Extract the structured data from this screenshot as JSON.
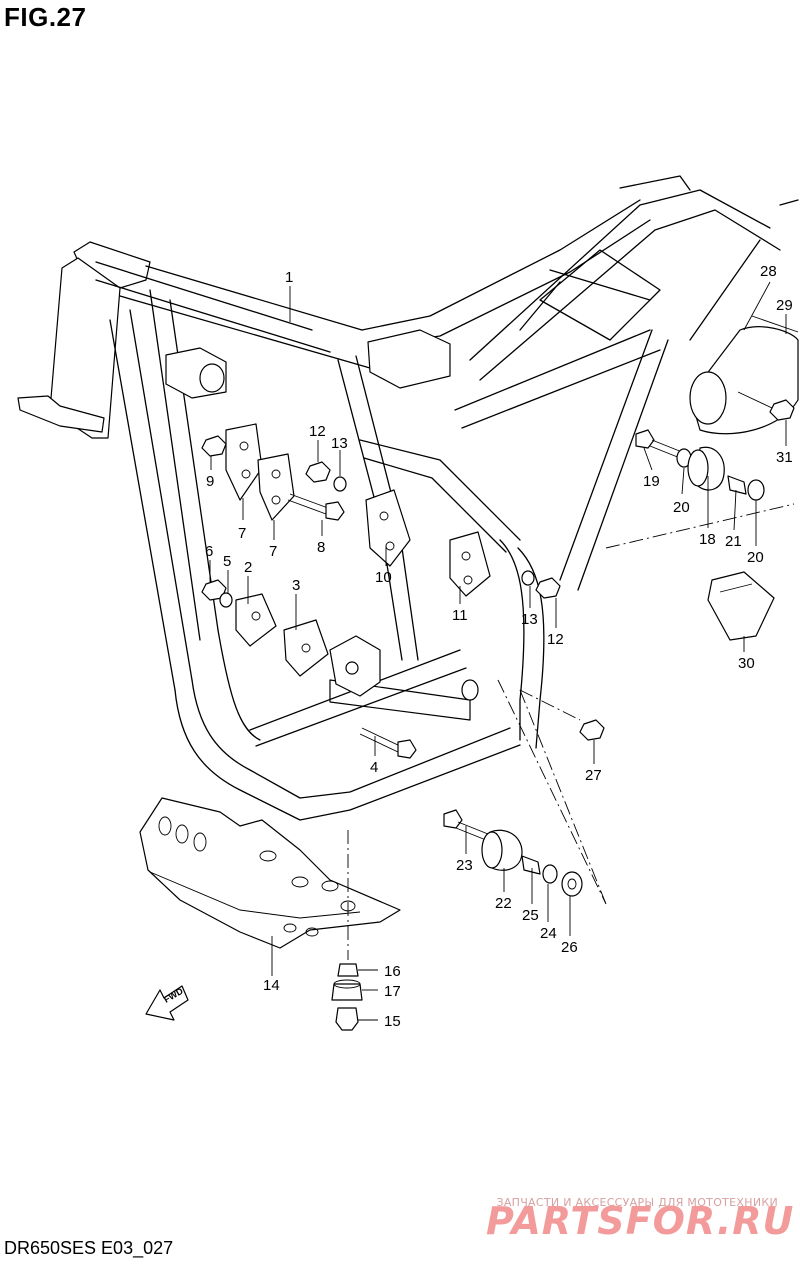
{
  "figure": {
    "title": "FIG.27",
    "code": "DR650SES E03_027"
  },
  "watermark": {
    "logo_text": "PARTSFOR.RU",
    "tagline": "ЗАПЧАСТИ И АКСЕССУАРЫ ДЛЯ МОТОТЕХНИКИ",
    "color": "#ea4a4a"
  },
  "fwd_label": "FWD",
  "callouts": [
    {
      "id": "c1",
      "label": "1"
    },
    {
      "id": "c2",
      "label": "2"
    },
    {
      "id": "c3",
      "label": "3"
    },
    {
      "id": "c4",
      "label": "4"
    },
    {
      "id": "c5",
      "label": "5"
    },
    {
      "id": "c6",
      "label": "6"
    },
    {
      "id": "c7a",
      "label": "7"
    },
    {
      "id": "c7b",
      "label": "7"
    },
    {
      "id": "c8",
      "label": "8"
    },
    {
      "id": "c9",
      "label": "9"
    },
    {
      "id": "c10",
      "label": "10"
    },
    {
      "id": "c11",
      "label": "11"
    },
    {
      "id": "c12a",
      "label": "12"
    },
    {
      "id": "c12b",
      "label": "12"
    },
    {
      "id": "c13a",
      "label": "13"
    },
    {
      "id": "c13b",
      "label": "13"
    },
    {
      "id": "c14",
      "label": "14"
    },
    {
      "id": "c15",
      "label": "15"
    },
    {
      "id": "c16",
      "label": "16"
    },
    {
      "id": "c17",
      "label": "17"
    },
    {
      "id": "c18",
      "label": "18"
    },
    {
      "id": "c19",
      "label": "19"
    },
    {
      "id": "c20a",
      "label": "20"
    },
    {
      "id": "c20b",
      "label": "20"
    },
    {
      "id": "c21",
      "label": "21"
    },
    {
      "id": "c22",
      "label": "22"
    },
    {
      "id": "c23",
      "label": "23"
    },
    {
      "id": "c24",
      "label": "24"
    },
    {
      "id": "c25",
      "label": "25"
    },
    {
      "id": "c26",
      "label": "26"
    },
    {
      "id": "c27",
      "label": "27"
    },
    {
      "id": "c28",
      "label": "28"
    },
    {
      "id": "c29",
      "label": "29"
    },
    {
      "id": "c30",
      "label": "30"
    },
    {
      "id": "c31",
      "label": "31"
    }
  ]
}
